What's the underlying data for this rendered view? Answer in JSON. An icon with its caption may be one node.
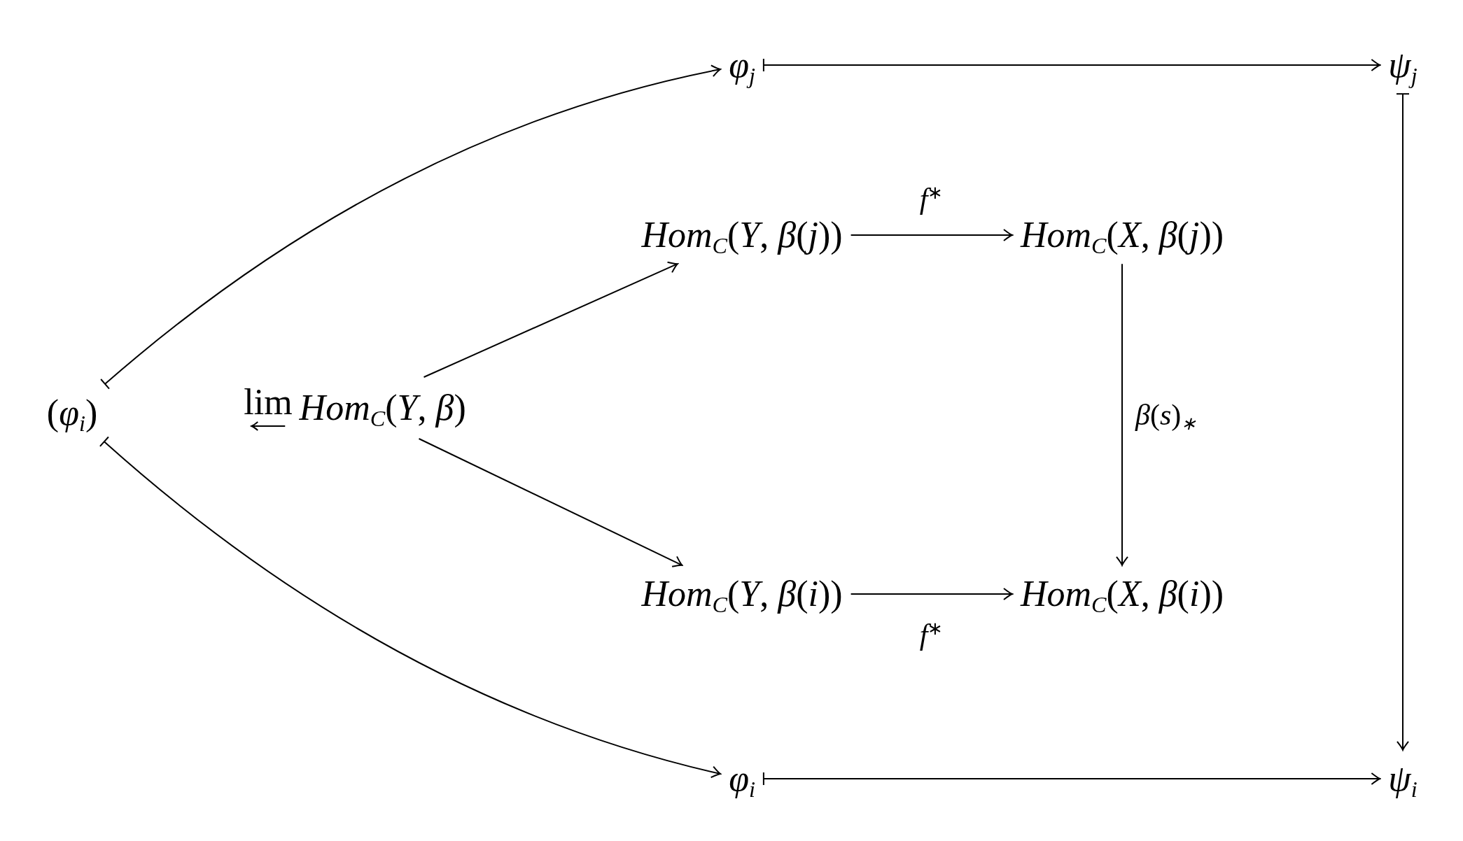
{
  "diagram": {
    "nodes": [
      {
        "text": [
          "*φ*$_{j}$"
        ]
      },
      {
        "text": [
          "*ψ*$_{j}$"
        ]
      },
      {
        "text": [
          "*Hom*$_{C}$(*Y*, *β*(*j*))"
        ]
      },
      {
        "text": [
          "*Hom*$_{C}$(*X*, *β*(*j*))"
        ]
      },
      {
        "text": [
          "(*φ*$_{i}$)"
        ]
      },
      {
        "text": [
          "lim",
          "*Hom*$_{C}$(*Y*, *β*)"
        ]
      },
      {
        "text": [
          "*Hom*$_{C}$(*Y*, *β*(*i*))"
        ]
      },
      {
        "text": [
          "*Hom*$_{C}$(*X*, *β*(*i*))"
        ]
      },
      {
        "text": [
          "*φ*$_{i}$"
        ]
      },
      {
        "text": [
          "*ψ*$_{i}$"
        ]
      }
    ],
    "edges": [
      {
        "from": 4,
        "to": 0,
        "arrow": "to"
      },
      {
        "from": 4,
        "to": 8,
        "arrow": "to"
      },
      {
        "from": 0,
        "to": 1,
        "arrow": "to"
      },
      {
        "from": 1,
        "to": 9,
        "arrow": "to"
      },
      {
        "from": 8,
        "to": 9,
        "arrow": "to"
      },
      {
        "from": 5,
        "to": 2,
        "arrow": "to"
      },
      {
        "from": 5,
        "to": 6,
        "arrow": "to"
      },
      {
        "from": 2,
        "to": 3,
        "arrow": "to",
        "label": "*f*$^{∗}$"
      },
      {
        "from": 3,
        "to": 7,
        "arrow": "to",
        "label": "*β*(*s*)$_{∗}$"
      },
      {
        "from": 6,
        "to": 7,
        "arrow": "to",
        "label": "*f*$^{∗}$"
      }
    ]
  }
}
